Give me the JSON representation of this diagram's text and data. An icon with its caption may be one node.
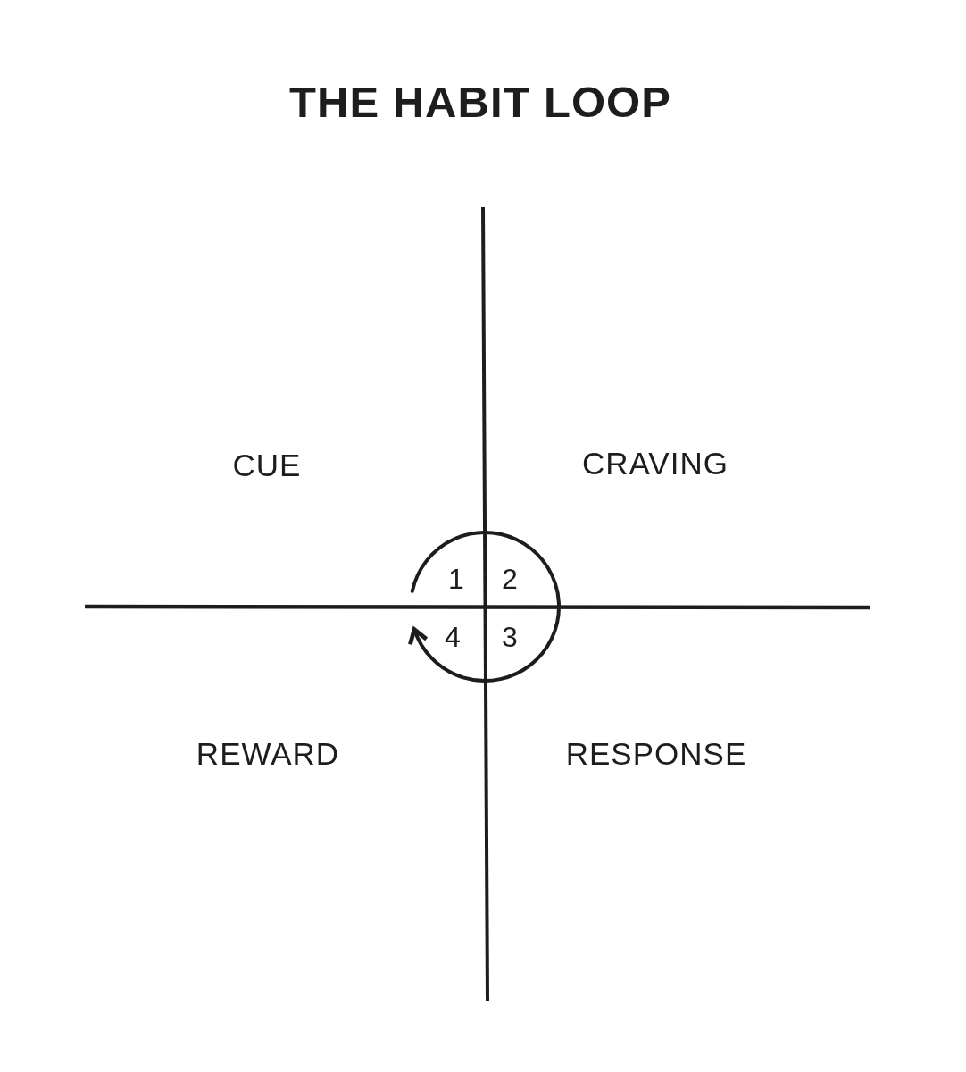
{
  "diagram": {
    "title": "THE HABIT LOOP",
    "labels": [
      "CUE",
      "CRAVING",
      "1",
      "2",
      "4",
      "3",
      "REWARD",
      "RESPONSE"
    ]
  }
}
